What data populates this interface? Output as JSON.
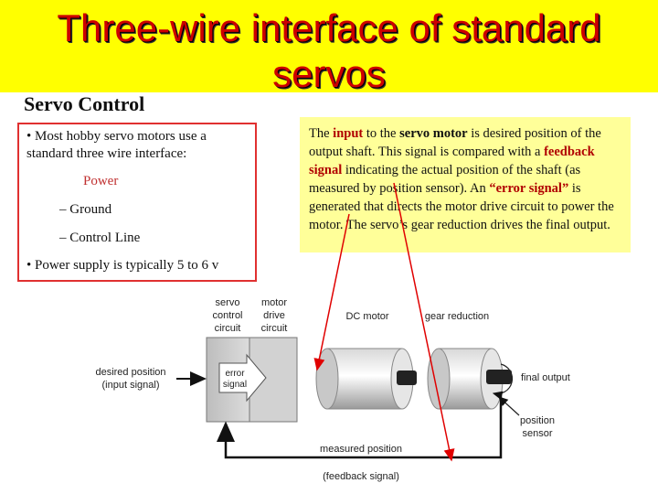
{
  "title": {
    "line1": "Three-wire interface of standard",
    "line2": "servos"
  },
  "section_heading": "Servo Control",
  "left_box": {
    "bullet1_line1": "• Most hobby servo motors use a",
    "bullet1_line2": "standard three wire interface:",
    "item_power": "Power",
    "item_ground": "– Ground",
    "item_control": "– Control Line",
    "bullet2": "• Power supply is typically 5 to 6 v"
  },
  "right_box": {
    "p1": "The ",
    "p2": "input",
    "p3": " to the ",
    "p4": "servo motor",
    "p5": " is desired position of the output shaft. This signal is compared with a ",
    "p6": "feedback signal",
    "p7": " indicating the actual position of the shaft (as measured by position sensor). An ",
    "p8": "“error signal”",
    "p9": " is generated that directs the motor drive circuit to power the motor. The servo’s gear reduction drives the final output."
  },
  "diagram": {
    "servo_control_1": "servo",
    "servo_control_2": "control",
    "servo_control_3": "circuit",
    "motor_drive_1": "motor",
    "motor_drive_2": "drive",
    "motor_drive_3": "circuit",
    "dc_motor": "DC motor",
    "gear_reduction": "gear reduction",
    "desired_1": "desired position",
    "desired_2": "(input signal)",
    "error_1": "error",
    "error_2": "signal",
    "final_output": "final output",
    "position_sensor_1": "position",
    "position_sensor_2": "sensor",
    "measured_position": "measured position",
    "feedback_signal": "(feedback signal)"
  },
  "colors": {
    "title_bg": "#ffff00",
    "title_text": "#cc0000",
    "highlight": "#b00000",
    "note_bg": "#ffff99",
    "arrow_red": "#e00000"
  }
}
